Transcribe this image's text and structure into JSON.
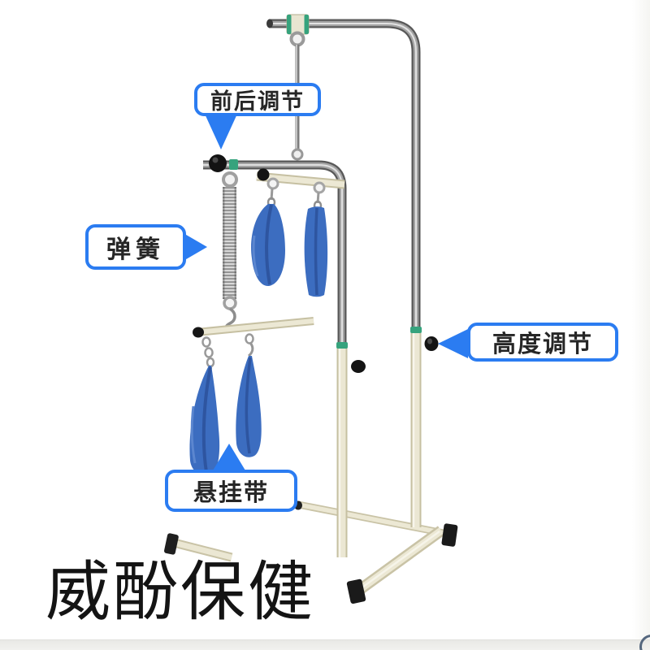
{
  "callouts": [
    {
      "label": "前后调节",
      "pointer": "down"
    },
    {
      "label": "弹簧",
      "pointer": "right"
    },
    {
      "label": "高度调节",
      "pointer": "left"
    },
    {
      "label": "悬挂带",
      "pointer": "up"
    }
  ],
  "watermark": {
    "text": "威酚保健"
  },
  "colors": {
    "callout_accent": "#2b7cf1",
    "strap_blue": "#3c6dc0",
    "strap_fold_blue": "#2e55a0",
    "frame_cream": "#ebe7d3",
    "chrome_gray": "#a3a3a3",
    "band_green": "#36a37d",
    "knob_black": "#141414"
  }
}
